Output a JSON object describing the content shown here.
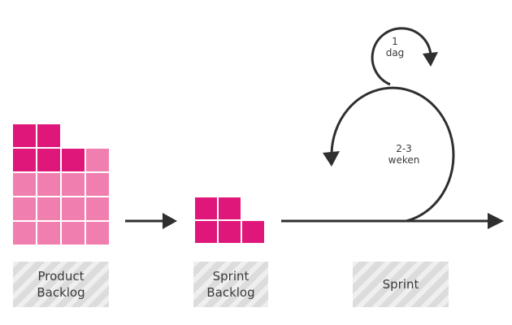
{
  "colors": {
    "backlog_dark": "#e0177a",
    "backlog_light": "#f07fb0",
    "arrow": "#2f2f2f",
    "label_bg": "#dcdcdc",
    "text": "#3a3a3a"
  },
  "labels": {
    "product_backlog": "Product\nBacklog",
    "sprint_backlog": "Sprint\nBacklog",
    "sprint": "Sprint"
  },
  "cycles": {
    "daily": "1\ndag",
    "sprint_length": "2-3\nweken"
  },
  "product_backlog_grid": {
    "columns": 4,
    "rows": [
      [
        "dark",
        "dark",
        "none",
        "none"
      ],
      [
        "dark",
        "dark",
        "dark",
        "light"
      ],
      [
        "light",
        "light",
        "light",
        "light"
      ],
      [
        "light",
        "light",
        "light",
        "light"
      ],
      [
        "light",
        "light",
        "light",
        "light"
      ]
    ]
  },
  "sprint_backlog_grid": {
    "columns": 3,
    "rows": [
      [
        "dark",
        "dark",
        "none"
      ],
      [
        "dark",
        "dark",
        "dark"
      ]
    ]
  }
}
